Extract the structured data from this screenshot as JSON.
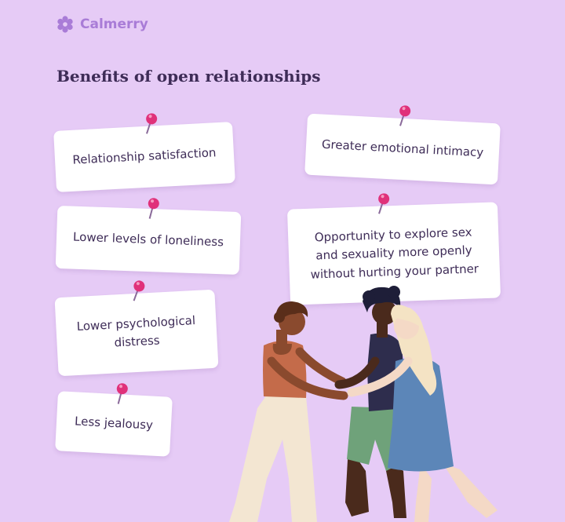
{
  "brand": {
    "name": "Calmerry",
    "icon": "flower-logo-icon"
  },
  "title": "Benefits of open relationships",
  "benefits": [
    {
      "label": "Relationship satisfaction"
    },
    {
      "label": "Lower levels of loneliness"
    },
    {
      "label": "Lower psychological distress"
    },
    {
      "label": "Less jealousy"
    },
    {
      "label": "Greater emotional intimacy"
    },
    {
      "label": "Opportunity to explore sex and sexuality more openly without hurting your partner"
    }
  ],
  "colors": {
    "background": "#e6cbf6",
    "brand": "#a97cd7",
    "text": "#3e2c57",
    "pin": "#e0317a",
    "card": "#ffffff"
  },
  "illustration": "three-people-holding-hands"
}
